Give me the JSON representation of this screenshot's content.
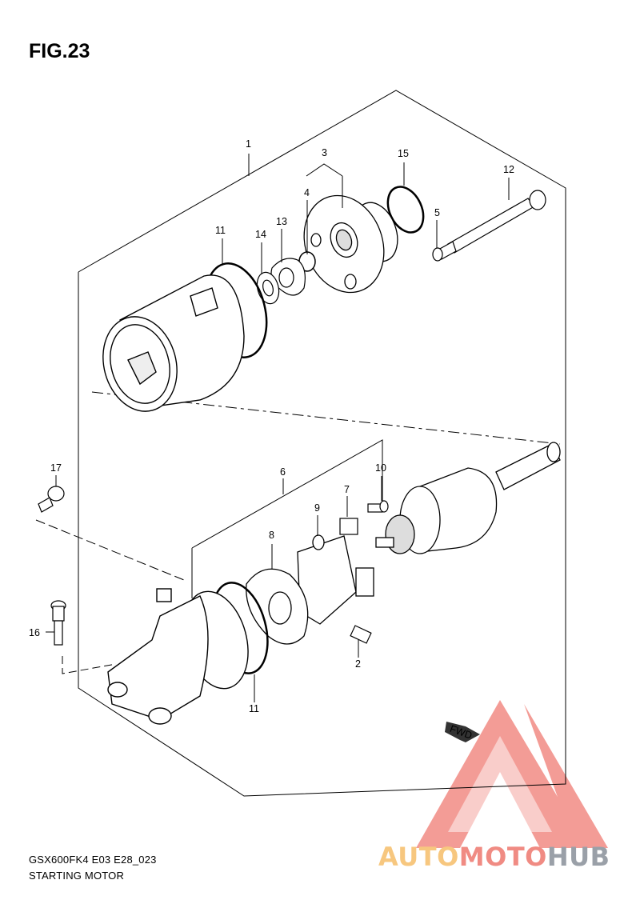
{
  "figure": {
    "title": "FIG.23",
    "model_code": "GSX600FK4 E03 E28_023",
    "caption": "STARTING MOTOR",
    "fwd_label": "FWD"
  },
  "brand": {
    "part1": "AUTO",
    "part2": "MOTO",
    "part3": "HUB",
    "colors": {
      "auto": "#f7c77f",
      "moto": "#f08b83",
      "hub": "#9aa0a8",
      "logo": "#f07b73"
    }
  },
  "callouts": [
    "1",
    "3",
    "15",
    "12",
    "4",
    "5",
    "11",
    "14",
    "13",
    "6",
    "10",
    "17",
    "7",
    "9",
    "8",
    "16",
    "2",
    "11"
  ]
}
